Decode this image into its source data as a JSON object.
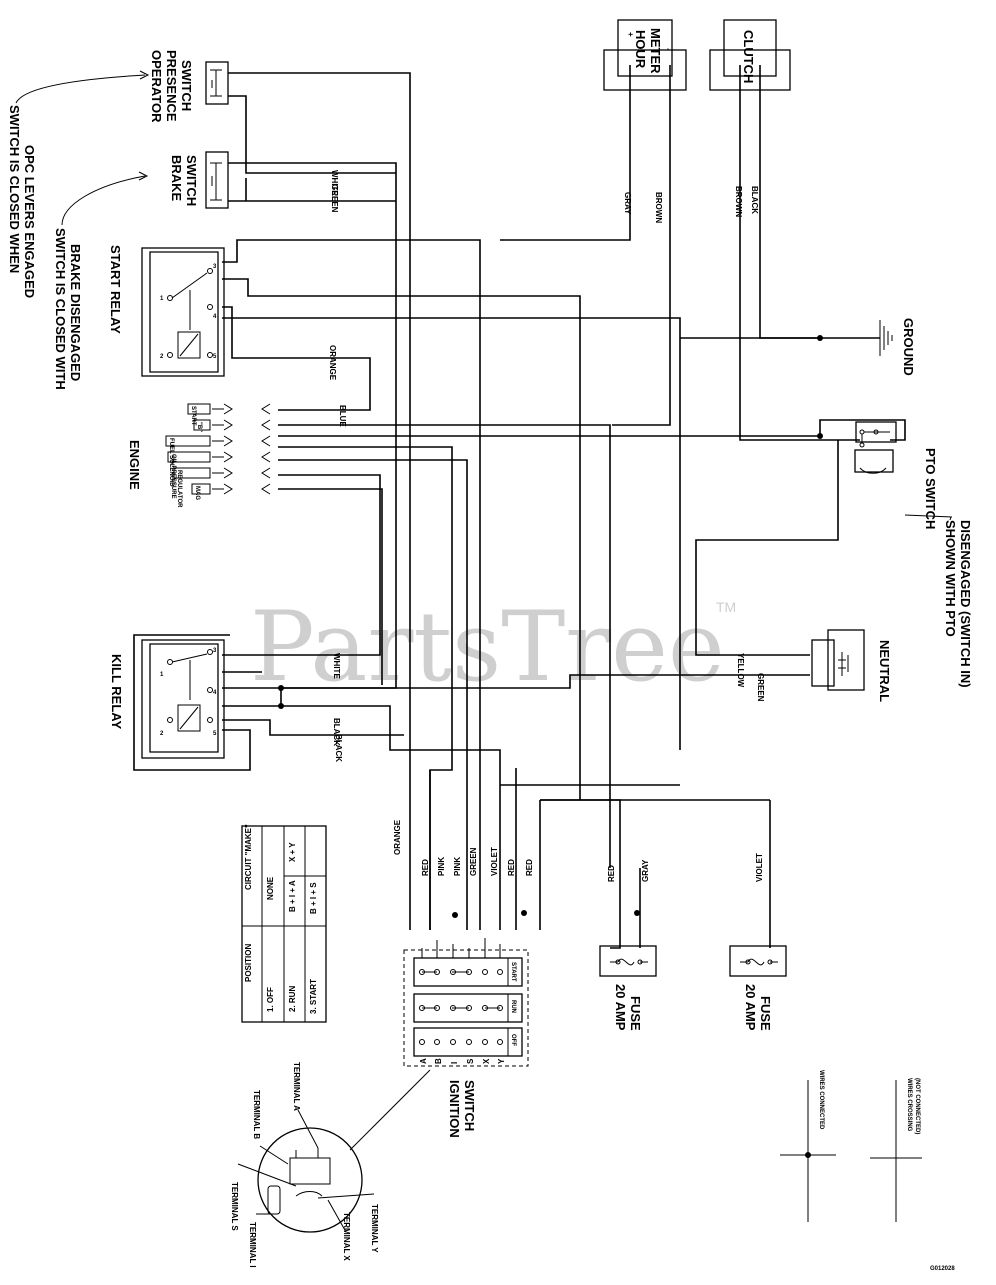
{
  "watermark": {
    "brand": "PartsTree",
    "tm": "TM"
  },
  "drawing_number": "G012028",
  "components": {
    "operator_presence_switch": [
      "OPERATOR",
      "PRESENCE",
      "SWITCH"
    ],
    "brake_switch": [
      "BRAKE",
      "SWITCH"
    ],
    "start_relay": "START RELAY",
    "kill_relay": "KILL RELAY",
    "engine": "ENGINE",
    "hour_meter": [
      "+",
      "HOUR",
      "METER",
      "-"
    ],
    "clutch": "CLUTCH",
    "ground": "GROUND",
    "pto_switch": "PTO SWITCH",
    "neutral": "NEUTRAL",
    "ignition_switch": [
      "IGNITION",
      "SWITCH"
    ],
    "fuse_left": [
      "20 AMP",
      "FUSE"
    ],
    "fuse_right": [
      "20 AMP",
      "FUSE"
    ]
  },
  "notes": {
    "opc": [
      "SWITCH IS CLOSED WHEN",
      "OPC LEVERS ENGAGED"
    ],
    "brake": [
      "SWITCH IS CLOSED WITH",
      "BRAKE DISENGAGED"
    ],
    "pto": [
      "SHOWN WITH PTO",
      "DISENGAGED (SWITCH IN)"
    ]
  },
  "engine_terminals": [
    "START",
    "\"B\"",
    "FUEL SOLENOID",
    "OIL PRESSURE",
    "REGULATOR",
    "MAG"
  ],
  "relay_pins": [
    "1",
    "2",
    "3",
    "4",
    "5"
  ],
  "wire_colors": {
    "white": "WHITE",
    "green": "GREEN",
    "orange": "ORANGE",
    "blue": "BLUE",
    "gray": "GRAY",
    "brown": "BROWN",
    "black": "BLACK",
    "yellow": "YELLOW",
    "red": "RED",
    "pink": "PINK",
    "violet": "VIOLET"
  },
  "ignition_positions": [
    "START",
    "RUN",
    "OFF"
  ],
  "ignition_terminals": [
    "A",
    "B",
    "I",
    "S",
    "X",
    "Y"
  ],
  "truth_table": {
    "headers": [
      "POSITION",
      "CIRCUIT \"MAKE\""
    ],
    "rows": [
      {
        "position": "1. OFF",
        "make1": "NONE",
        "make2": ""
      },
      {
        "position": "2. RUN",
        "make1": "B + I + A",
        "make2": "X + Y"
      },
      {
        "position": "3. START",
        "make1": "B + I + S",
        "make2": ""
      }
    ]
  },
  "terminal_labels": [
    "TERMINAL B",
    "TERMINAL A",
    "TERMINAL S",
    "TERMINAL I",
    "TERMINAL X",
    "TERMINAL Y"
  ],
  "legend": {
    "connected": "WIRES CONNECTED",
    "crossing": [
      "WIRES CROSSING",
      "(NOT CONNECTED)"
    ]
  }
}
